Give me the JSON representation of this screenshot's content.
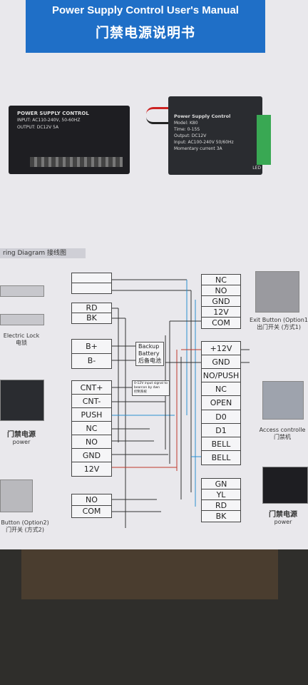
{
  "header": {
    "title_en": "Power Supply Control User's Manual",
    "title_cn": "门禁电源说明书"
  },
  "psu_left": {
    "line1": "POWER SUPPLY CONTROL",
    "line2": "INPUT: AC110-240V, 50-60HZ",
    "line3": "OUTPUT: DC12V 5A"
  },
  "psu_right": {
    "title": "Power Supply Control",
    "line1": "Model: K80",
    "line2": "Time: 0-15S",
    "line3": "Output: DC12V",
    "line4": "Input: AC100-240V 50/60Hz",
    "line5": "Momentary current 3A",
    "led": "LED"
  },
  "section_title": "ring Diagram 接线图",
  "devices": {
    "lock_en": "Electric Lock",
    "lock_cn": "电锁",
    "power_left_cn": "门禁电源",
    "power_left_en": "power",
    "button2_en": "Button (Option2)",
    "button2_cn": "门开关 (方式2)",
    "exit_en": "Exit Button (Option1",
    "exit_cn": "出门开关 (方式1)",
    "access_en": "Access controlle",
    "access_cn": "门禁机",
    "power_right_cn": "门禁电源",
    "power_right_en": "power"
  },
  "left_blocks": {
    "rd": "RD",
    "bk": "BK",
    "bplus": "B+",
    "bminus": "B-",
    "controls": [
      "CNT+",
      "CNT-",
      "PUSH",
      "NC",
      "NO",
      "GND",
      "12V"
    ],
    "no": "NO",
    "com": "COM"
  },
  "battery": {
    "line1": "Backup",
    "line2": "Battery",
    "line3": "后备电池"
  },
  "trigger_note": {
    "line1": "0-12V input signal to",
    "line2": "bearcon by dwn",
    "line3": "控制系统"
  },
  "right_blocks": {
    "exit": [
      "NC",
      "NO",
      "GND",
      "12V",
      "COM"
    ],
    "access": [
      "+12V",
      "GND",
      "NO/PUSH",
      "NC",
      "OPEN",
      "D0",
      "D1",
      "BELL",
      "BELL"
    ],
    "reader": [
      "GN",
      "YL",
      "RD",
      "BK"
    ]
  },
  "colors": {
    "wire": "#333333",
    "wire_blue": "#2a8fd0",
    "wire_red": "#c0392b",
    "banner": "#1f6fc7"
  }
}
